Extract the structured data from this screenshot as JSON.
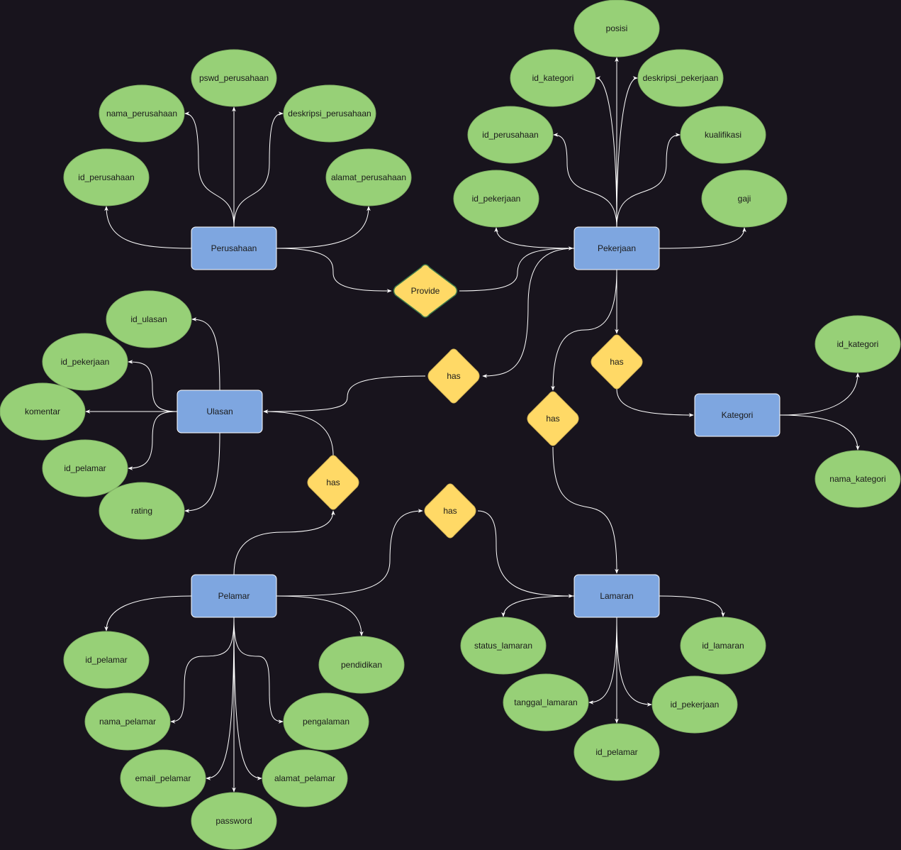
{
  "entities": {
    "perusahaan": "Perusahaan",
    "pekerjaan": "Pekerjaan",
    "ulasan": "Ulasan",
    "kategori": "Kategori",
    "pelamar": "Pelamar",
    "lamaran": "Lamaran"
  },
  "relationships": {
    "provide": "Provide",
    "ulasan_pekerjaan": "has",
    "pekerjaan_kategori": "has",
    "pekerjaan_lamaran": "has",
    "pelamar_ulasan": "has",
    "pelamar_lamaran": "has"
  },
  "attributes": {
    "perusahaan": {
      "id": "id_perusahaan",
      "nama": "nama_perusahaan",
      "pswd": "pswd_perusahaan",
      "deskripsi": "deskripsi_perusahaan",
      "alamat": "alamat_perusahaan"
    },
    "pekerjaan": {
      "posisi": "posisi",
      "id_kategori": "id_kategori",
      "deskripsi": "deskripsi_pekerjaan",
      "id_perusahaan": "id_perusahaan",
      "kualifikasi": "kualifikasi",
      "id_pekerjaan": "id_pekerjaan",
      "gaji": "gaji"
    },
    "ulasan": {
      "id_ulasan": "id_ulasan",
      "id_pekerjaan": "id_pekerjaan",
      "komentar": "komentar",
      "id_pelamar": "id_pelamar",
      "rating": "rating"
    },
    "kategori": {
      "id_kategori": "id_kategori",
      "nama_kategori": "nama_kategori"
    },
    "pelamar": {
      "id_pelamar": "id_pelamar",
      "nama": "nama_pelamar",
      "email": "email_pelamar",
      "password": "password",
      "alamat": "alamat_pelamar",
      "pengalaman": "pengalaman",
      "pendidikan": "pendidikan"
    },
    "lamaran": {
      "status": "status_lamaran",
      "tanggal": "tanggal_lamaran",
      "id_pelamar": "id_pelamar",
      "id_pekerjaan": "id_pekerjaan",
      "id_lamaran": "id_lamaran"
    }
  },
  "colors": {
    "background": "#18141d",
    "attribute": "#97d077",
    "entity": "#7ea6e0",
    "relationship": "#ffd966",
    "edge": "#ffffff"
  }
}
